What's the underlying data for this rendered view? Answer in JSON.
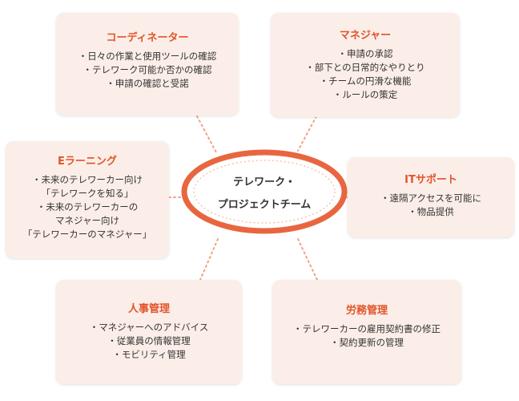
{
  "center": {
    "line1": "テレワーク・",
    "line2": "プロジェクトチーム"
  },
  "boxes": {
    "coordinator": {
      "title": "コーディネーター",
      "lines": [
        "・日々の作業と使用ツールの確認",
        "・テレワーク可能か否かの確認",
        "・申請の確認と受諾"
      ]
    },
    "manager": {
      "title": "マネジャー",
      "lines": [
        "・申請の承認",
        "・部下との日常的なやりとり",
        "・チームの円滑な機能",
        "・ルールの策定"
      ]
    },
    "elearning": {
      "title": "Eラーニング",
      "lines": [
        "・未来のテレワーカー向け",
        "「テレワークを知る」",
        "・未来のテレワーカーの",
        "マネジャー向け",
        "「テレワーカーのマネジャー」"
      ]
    },
    "itsupport": {
      "title": "ITサポート",
      "lines": [
        "・遠隔アクセスを可能に",
        "・物品提供"
      ]
    },
    "hr": {
      "title": "人事管理",
      "lines": [
        "・マネジャーへのアドバイス",
        "・従業員の情報管理",
        "・モビリティ管理"
      ]
    },
    "labor": {
      "title": "労務管理",
      "lines": [
        "・テレワーカーの雇用契約書の修正",
        "・契約更新の管理"
      ]
    }
  },
  "colors": {
    "accent": "#e2532a",
    "box_bg": "#fbeee8",
    "connector": "#f2a285",
    "ellipse_inner": "#f6c4b0"
  }
}
